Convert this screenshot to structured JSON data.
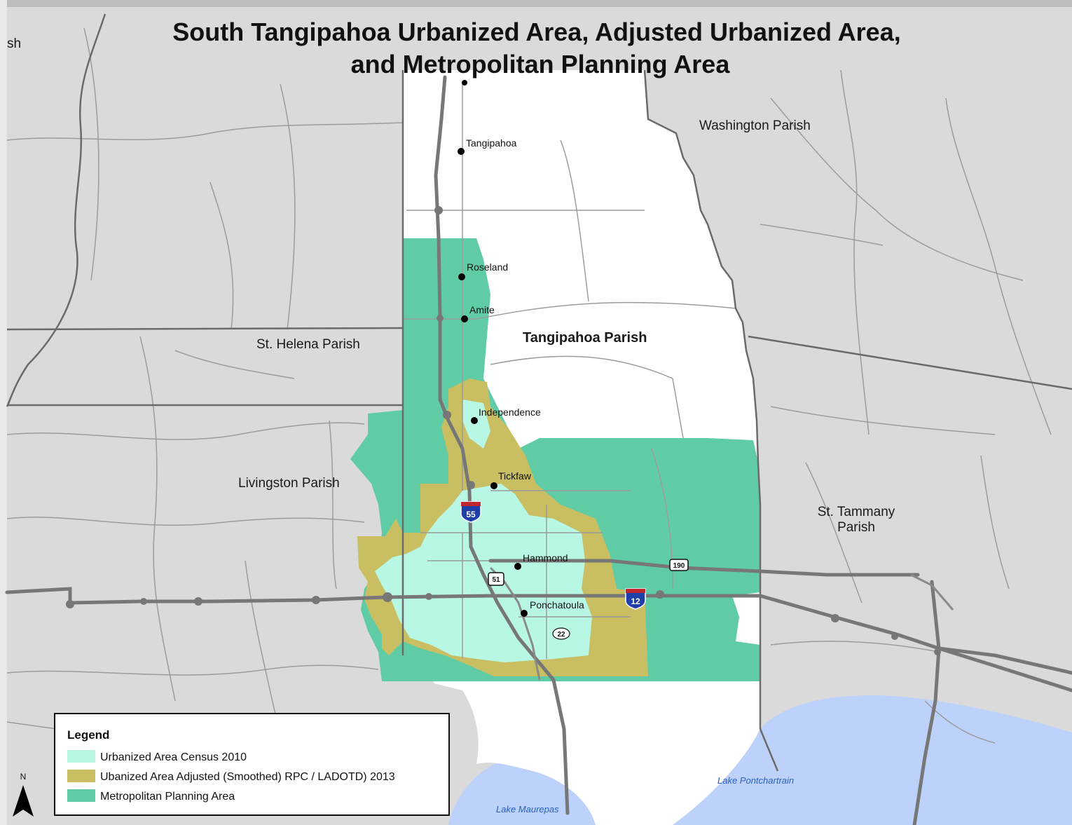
{
  "title": {
    "line1": "South Tangipahoa Urbanized Area, Adjusted Urbanized Area,",
    "line2": "and Metropolitan Planning Area"
  },
  "parishes": {
    "washington": "Washington Parish",
    "tangipahoa": "Tangipahoa Parish",
    "st_helena": "St. Helena Parish",
    "livingston": "Livingston Parish",
    "st_tammany_1": "St. Tammany",
    "st_tammany_2": "Parish",
    "edge_fragment": "sh"
  },
  "places": {
    "tangipahoa": "Tangipahoa",
    "roseland": "Roseland",
    "amite": "Amite",
    "independence": "Independence",
    "tickfaw": "Tickfaw",
    "hammond": "Hammond",
    "ponchatoula": "Ponchatoula"
  },
  "water": {
    "pontchartrain": "Lake Pontchartrain",
    "maurepas": "Lake Maurepas"
  },
  "shields": {
    "i55": "55",
    "i12": "12",
    "us51": "51",
    "us190": "190",
    "la22": "22"
  },
  "north_arrow": "N",
  "legend": {
    "title": "Legend",
    "items": [
      {
        "label": "Urbanized Area Census 2010",
        "color": "#b8f7e4"
      },
      {
        "label": "Ubanized Area Adjusted (Smoothed) RPC / LADOTD) 2013",
        "color": "#c9bf62"
      },
      {
        "label": "Metropolitan Planning Area",
        "color": "#5fcca6"
      }
    ]
  },
  "colors": {
    "background_land": "#dadada",
    "study_parish": "#ffffff",
    "water": "#bdd2fb",
    "roads": "#9c9c9c",
    "highways": "#777777",
    "parish_boundary": "#6a6a6a"
  }
}
